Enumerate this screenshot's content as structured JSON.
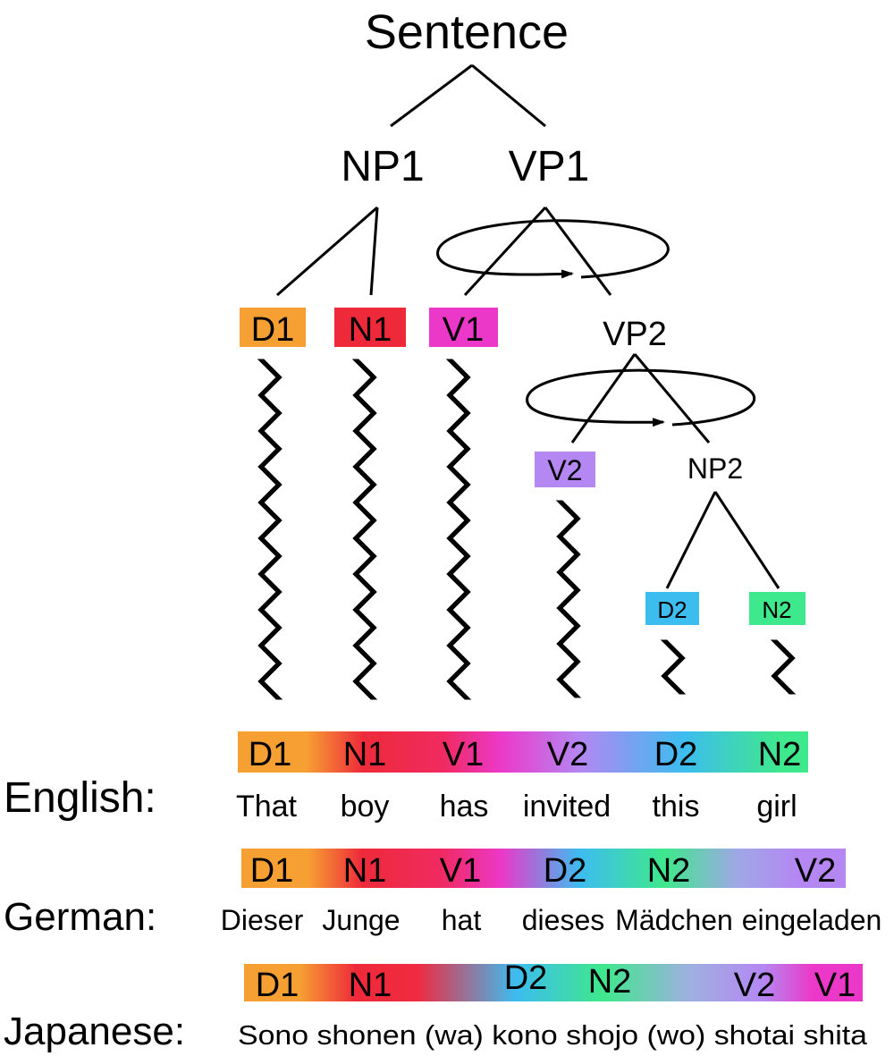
{
  "tree": {
    "root": "Sentence",
    "phrases": {
      "np1": "NP1",
      "vp1": "VP1",
      "vp2": "VP2",
      "np2": "NP2"
    },
    "tags": [
      {
        "key": "d1",
        "label": "D1",
        "color": "#f6a033"
      },
      {
        "key": "n1",
        "label": "N1",
        "color": "#ee2a3a"
      },
      {
        "key": "v1",
        "label": "V1",
        "color": "#ec38c8"
      },
      {
        "key": "v2",
        "label": "V2",
        "color": "#b487f2"
      },
      {
        "key": "d2",
        "label": "D2",
        "color": "#3dbcf0"
      },
      {
        "key": "n2",
        "label": "N2",
        "color": "#3ee88c"
      }
    ]
  },
  "languages": [
    {
      "name": "English:",
      "order": [
        "D1",
        "N1",
        "V1",
        "V2",
        "D2",
        "N2"
      ],
      "words": [
        "That",
        "boy",
        "has",
        "invited",
        "this",
        "girl"
      ]
    },
    {
      "name": "German:",
      "order": [
        "D1",
        "N1",
        "V1",
        "D2",
        "N2",
        "V2"
      ],
      "words": [
        "Dieser",
        "Junge",
        "hat",
        "dieses",
        "Mädchen",
        "eingeladen"
      ]
    },
    {
      "name": "Japanese:",
      "order": [
        "D1",
        "N1",
        "D2",
        "N2",
        "V2",
        "V1"
      ],
      "words": [
        "Sono shonen (wa) kono shojo (wo) shotai shita"
      ]
    }
  ]
}
